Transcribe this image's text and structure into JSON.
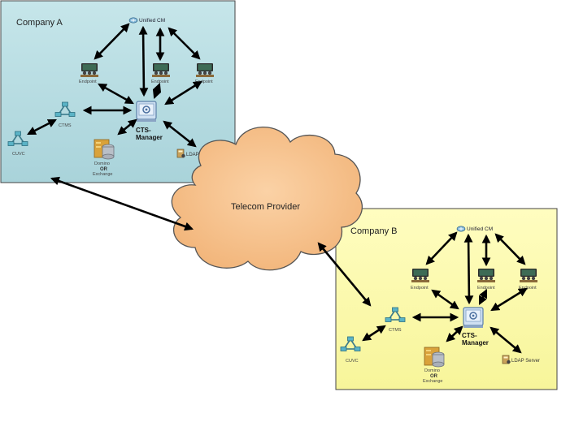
{
  "company_a": {
    "title": "Company A",
    "unified_cm": "Unified CM",
    "endpoint_1": "Endpoint",
    "endpoint_2": "Endpoint",
    "endpoint_3": "Endpoint",
    "ctms": "CTMS",
    "cucm": "CUVC",
    "cts_manager_line1": "CTS-",
    "cts_manager_line2": "Manager",
    "domino_line1": "Domino",
    "domino_line2": "OR",
    "domino_line3": "Exchange",
    "ldap": "LDAP Server"
  },
  "company_b": {
    "title": "Company B",
    "unified_cm": "Unified CM",
    "endpoint_1": "Endpoint",
    "endpoint_2": "Endpoint",
    "endpoint_3": "Endpoint",
    "ctms": "CTMS",
    "cucm": "CUVC",
    "cts_manager_line1": "CTS-",
    "cts_manager_line2": "Manager",
    "domino_line1": "Domino",
    "domino_line2": "OR",
    "domino_line3": "Exchange",
    "ldap": "LDAP Server"
  },
  "cloud": {
    "label": "Telecom Provider"
  },
  "colors": {
    "company_a_fill": "#b8dde3",
    "company_b_fill": "#fbfaa8",
    "cloud_fill": "#f7c48f",
    "cloud_stroke": "#555555"
  }
}
